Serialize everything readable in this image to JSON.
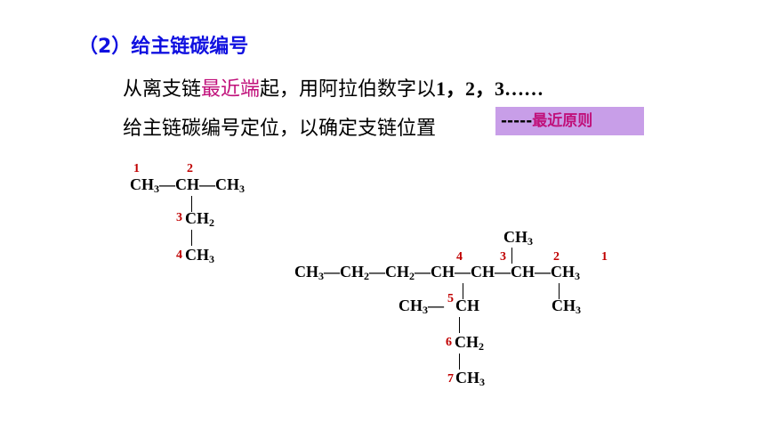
{
  "heading": "（2）给主链碳编号",
  "line1": {
    "pre": "从离支链",
    "highlight": "最近端",
    "post": "起，用阿拉伯数字以",
    "nums": "1，2，3……"
  },
  "line2": "给主链碳编号定位，以确定支链位置",
  "badge": {
    "dashes": "-----",
    "text": "最近原则"
  },
  "mol1": {
    "main": "CH3—CH—CH3",
    "g3": "CH2",
    "g4": "CH3",
    "labels": [
      "1",
      "2",
      "3",
      "4"
    ]
  },
  "mol2": {
    "top_methyl": "CH3",
    "main": "CH3—CH2—CH2—CH—CH—CH—CH3",
    "left_methyl": "CH3—",
    "c5": "CH",
    "right_methyl": "CH3",
    "c6": "CH2",
    "c7": "CH3",
    "labels": [
      "1",
      "2",
      "3",
      "4",
      "5",
      "6",
      "7"
    ]
  },
  "colors": {
    "heading": "#1010e0",
    "highlight": "#c0107a",
    "badge_bg": "#c89ee8",
    "numbers": "#c00000"
  }
}
